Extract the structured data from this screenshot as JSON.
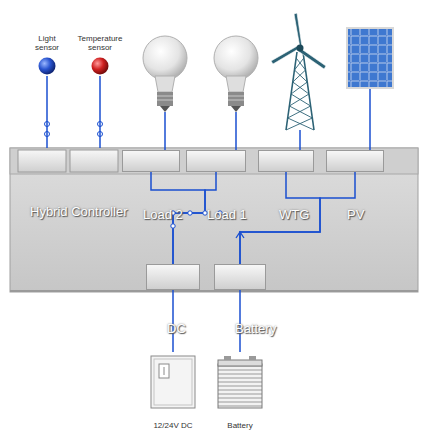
{
  "diagram": {
    "nodes": [
      {
        "text": [
          "Light sensor"
        ]
      },
      {
        "text": [
          "Temperature sensor"
        ]
      },
      {
        "text": [
          "Hybrid Controller"
        ]
      },
      {
        "text": [
          "Load 2"
        ],
        "in": 2
      },
      {
        "text": [
          "Load 1"
        ],
        "in": 2
      },
      {
        "text": [
          "WTG"
        ],
        "in": 2
      },
      {
        "text": [
          "PV"
        ],
        "in": 2
      },
      {
        "text": [
          "DC"
        ],
        "in": 2
      },
      {
        "text": [
          "Battery"
        ],
        "in": 2
      },
      {
        "text": [
          "12/24V DC"
        ]
      },
      {
        "text": [
          "Battery"
        ]
      }
    ],
    "edges": [
      {
        "from": 0,
        "to": 2,
        "arrow": "none"
      },
      {
        "from": 1,
        "to": 2,
        "arrow": "none"
      },
      {
        "from": 3,
        "to": 7,
        "arrow": "none"
      },
      {
        "from": 4,
        "to": 7,
        "arrow": "none"
      },
      {
        "from": 5,
        "to": 8,
        "arrow": "none"
      },
      {
        "from": 6,
        "to": 8,
        "arrow": "none"
      },
      {
        "from": 7,
        "to": 9,
        "arrow": "none"
      },
      {
        "from": 8,
        "to": 10,
        "arrow": "none"
      }
    ]
  }
}
